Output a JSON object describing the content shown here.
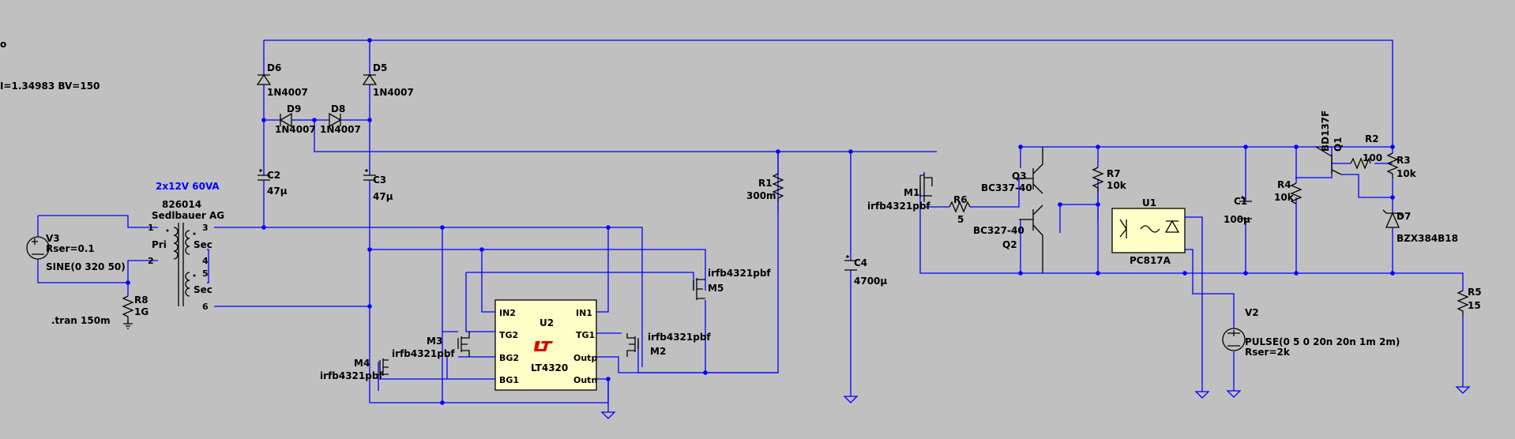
{
  "directive_partial": "I=1.34983 BV=150",
  "directive_dot": "o",
  "transformer": {
    "spec": "2x12V 60VA",
    "part": "826014",
    "maker": "Sedlbauer AG",
    "pri": "Pri",
    "sec1": "Sec",
    "sec2": "Sec",
    "pins": [
      "1",
      "2",
      "3",
      "4",
      "5",
      "6"
    ]
  },
  "v3": {
    "name": "V3",
    "rser": "Rser=0.1",
    "value": "SINE(0 320 50)"
  },
  "r8": {
    "name": "R8",
    "value": "1G"
  },
  "tran": ".tran 150m",
  "d6": {
    "name": "D6",
    "value": "1N4007"
  },
  "d5": {
    "name": "D5",
    "value": "1N4007"
  },
  "d9": {
    "name": "D9",
    "value": "1N4007"
  },
  "d8": {
    "name": "D8",
    "value": "1N4007"
  },
  "c2": {
    "name": "C2",
    "value": "47µ"
  },
  "c3": {
    "name": "C3",
    "value": "47µ"
  },
  "u2": {
    "name": "U2",
    "part": "LT4320",
    "pins": [
      "IN2",
      "TG2",
      "BG2",
      "BG1",
      "IN1",
      "TG1",
      "Outp",
      "Outn"
    ]
  },
  "m3": {
    "name": "M3",
    "value": "irfb4321pbf"
  },
  "m4": {
    "name": "M4",
    "value": "irfb4321pbf"
  },
  "m2": {
    "name": "M2",
    "value": "irfb4321pbf"
  },
  "m5": {
    "name": "M5",
    "value": "irfb4321pbf"
  },
  "r1": {
    "name": "R1",
    "value": "300m"
  },
  "c4": {
    "name": "C4",
    "value": "4700µ"
  },
  "m1": {
    "name": "M1",
    "value": "irfb4321pbf"
  },
  "r6": {
    "name": "R6",
    "value": "5"
  },
  "q3": {
    "name": "Q3",
    "value": "BC337-40"
  },
  "q2": {
    "name": "Q2",
    "value": "BC327-40"
  },
  "r7": {
    "name": "R7",
    "value": "10k"
  },
  "u1": {
    "name": "U1",
    "part": "PC817A"
  },
  "c1": {
    "name": "C1",
    "value": "100µ"
  },
  "r4": {
    "name": "R4",
    "value": "10k"
  },
  "q1": {
    "name": "Q1",
    "value": "BD137F"
  },
  "r2": {
    "name": "R2",
    "value": "100"
  },
  "r3": {
    "name": "R3",
    "value": "10k"
  },
  "d7": {
    "name": "D7",
    "value": "BZX384B18"
  },
  "r5": {
    "name": "R5",
    "value": "15"
  },
  "v2": {
    "name": "V2",
    "value": "PULSE(0 5 0 20n 20n 1m 2m)",
    "rser": "Rser=2k"
  },
  "colors": {
    "background": "#c0c0c0",
    "wire": "#0000ff",
    "component": "#000000",
    "logo": "#e00000"
  }
}
